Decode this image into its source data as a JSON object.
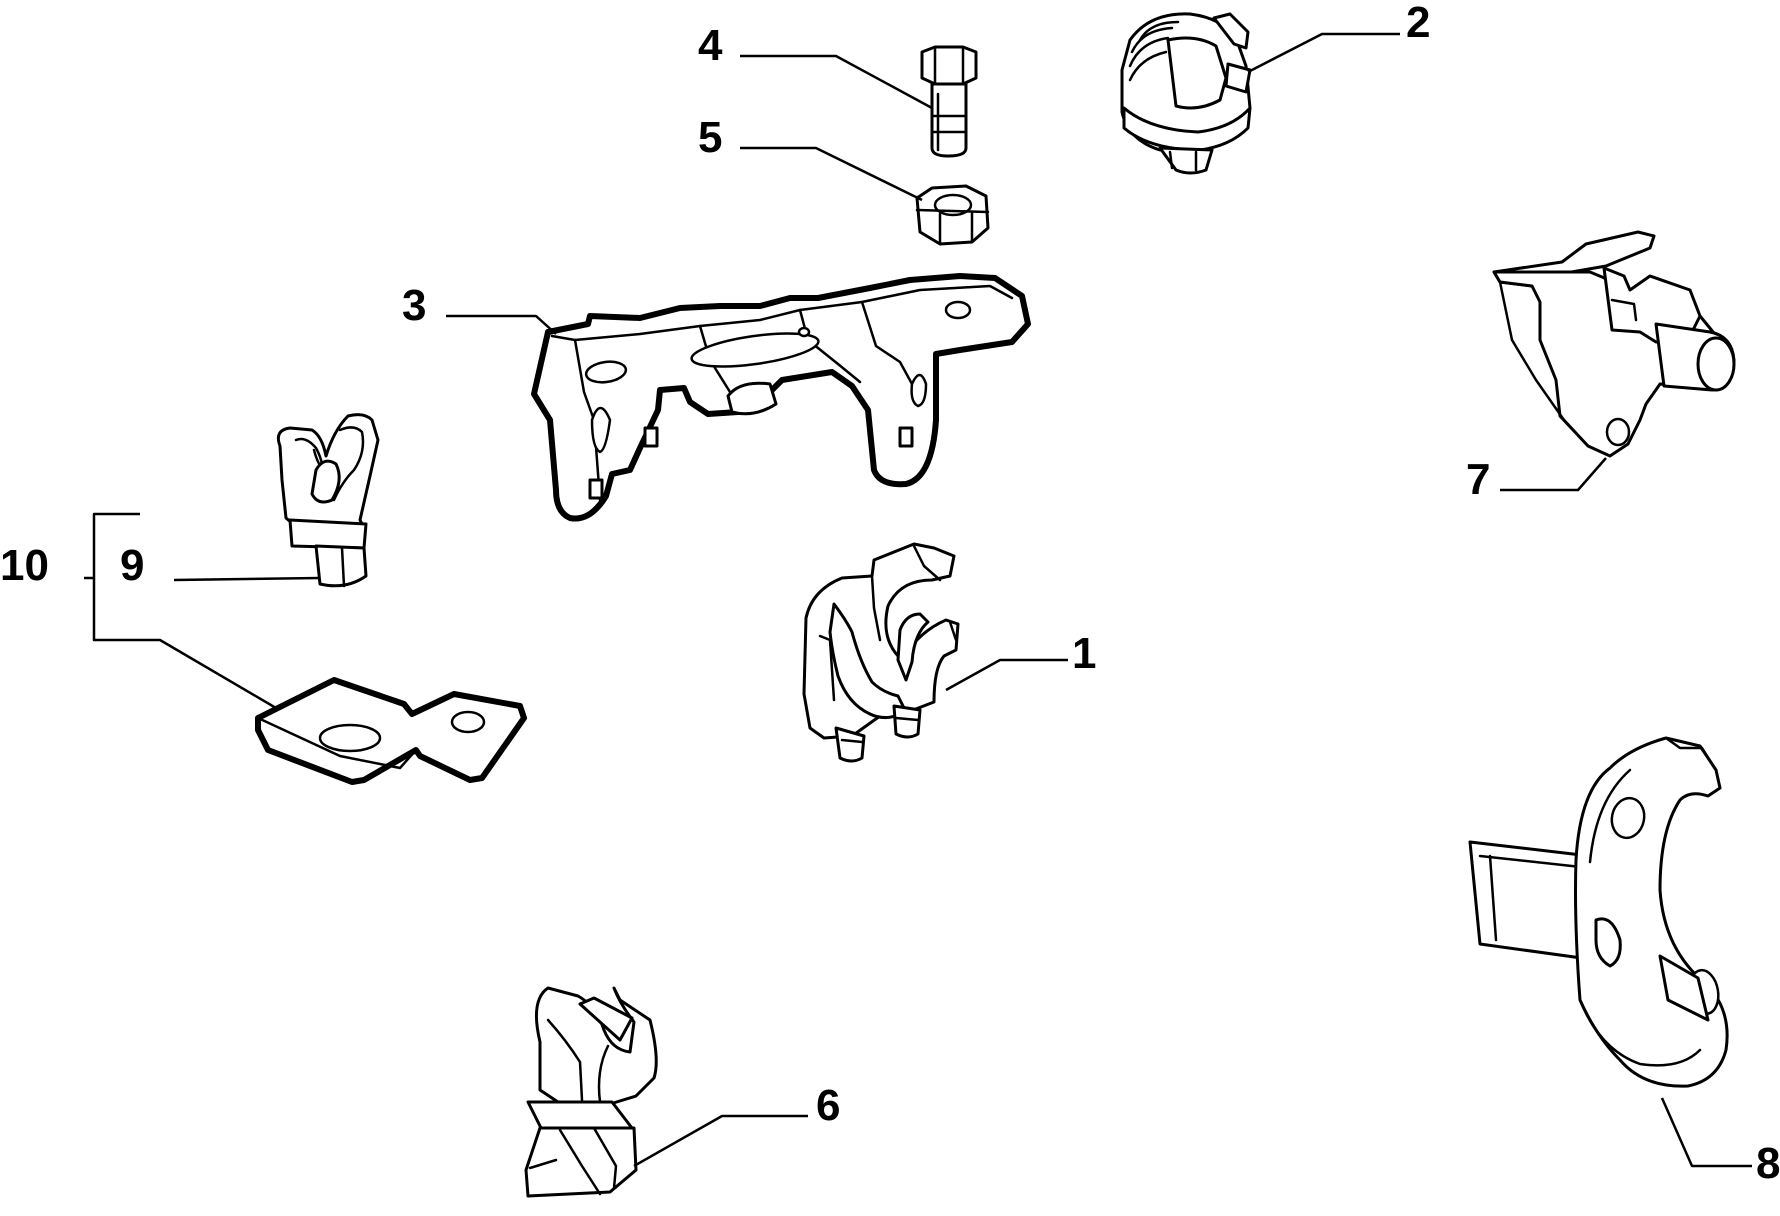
{
  "diagram": {
    "background": "#ffffff",
    "line_color": "#000000",
    "callouts": {
      "c1": "1",
      "c2": "2",
      "c3": "3",
      "c4": "4",
      "c5": "5",
      "c6": "6",
      "c7": "7",
      "c8": "8",
      "c9": "9",
      "c10": "10"
    }
  }
}
